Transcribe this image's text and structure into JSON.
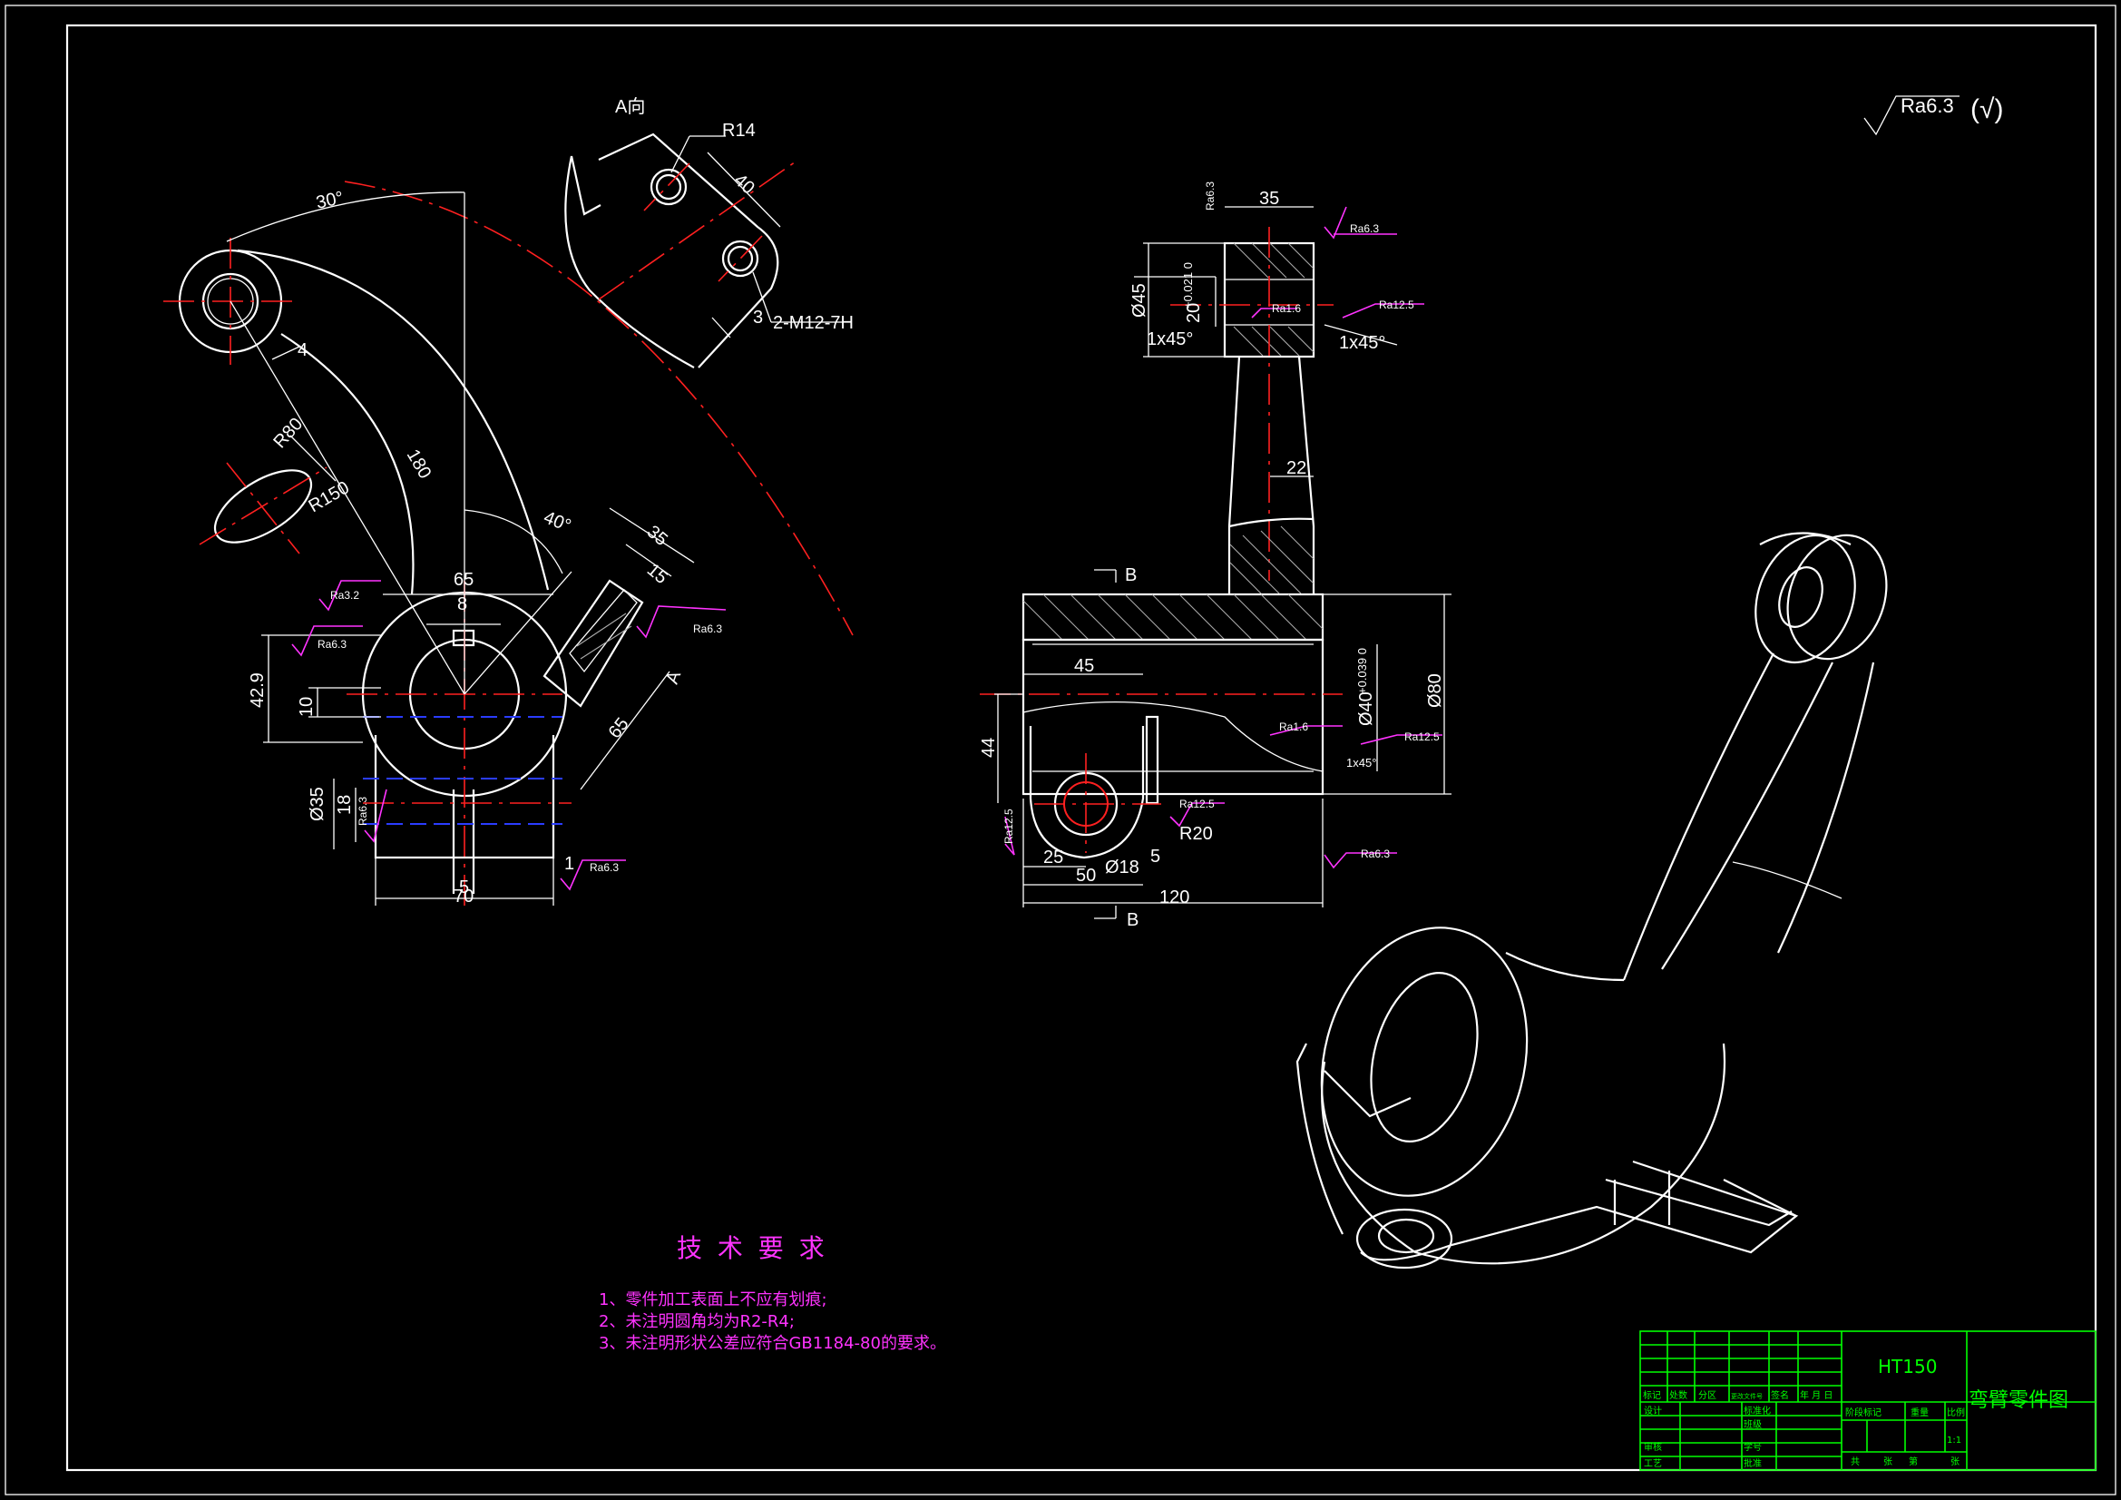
{
  "drawing": {
    "view_a_label": "A向",
    "surface_finish_default": "Ra6.3",
    "surface_finish_other": "(√)",
    "section_b": "B",
    "view_arrow_a": "A"
  },
  "dimensions": {
    "front": {
      "angle_30": "30°",
      "r14": "R14",
      "d40": "40",
      "thread": "2-M12-7H",
      "d3": "3",
      "d4": "4",
      "r80": "R80",
      "d180": "180",
      "r150": "R150",
      "angle_40": "40°",
      "d35": "35",
      "d15": "15",
      "d65_top": "65",
      "d8": "8",
      "d42_9": "42.9",
      "d10": "10",
      "d65_slant": "65",
      "dia35": "Ø35",
      "d18": "18",
      "d1": "1",
      "d5": "5",
      "d70": "70"
    },
    "side": {
      "d35": "35",
      "dia45": "Ø45",
      "d20": "20",
      "d20_tol": "+0.021 0",
      "cham_left": "1x45°",
      "cham_right": "1x45°",
      "d22": "22",
      "d45": "45",
      "dia40": "Ø40",
      "dia40_tol": "+0.039 0",
      "dia80": "Ø80",
      "d44": "44",
      "d25": "25",
      "d50": "50",
      "dia18": "Ø18",
      "r20": "R20",
      "d5": "5",
      "d120": "120",
      "cham_small": "1x45°"
    }
  },
  "roughness": {
    "ra32": "Ra3.2",
    "ra63": "Ra6.3",
    "ra16": "Ra1.6",
    "ra125": "Ra12.5"
  },
  "tech_req": {
    "title": "技 术 要 求",
    "item1": "1、零件加工表面上不应有划痕;",
    "item2": "2、未注明圆角均为R2-R4;",
    "item3": "3、未注明形状公差应符合GB1184-80的要求。"
  },
  "title_block": {
    "material": "HT150",
    "part_name": "弯臂零件图",
    "row_labels": [
      "标记",
      "处数",
      "分区",
      "更改文件号",
      "签名",
      "年 月 日"
    ],
    "design": "设计",
    "standardize": "标准化",
    "review": "审核",
    "process": "工艺",
    "class": "班级",
    "student_no": "学号",
    "approve": "批准",
    "stage_mark": "阶段标记",
    "weight": "重量",
    "scale": "比例",
    "scale_value": "1:1",
    "sheet_total": "共",
    "sheet": "张",
    "sheet_no": "第",
    "sheet2": "张"
  },
  "colors": {
    "background": "#000000",
    "lines": "#ffffff",
    "center_lines": "#ff2020",
    "hidden_lines": "#2a3cff",
    "annotation": "#ff33ff",
    "title_block": "#00ff00"
  }
}
